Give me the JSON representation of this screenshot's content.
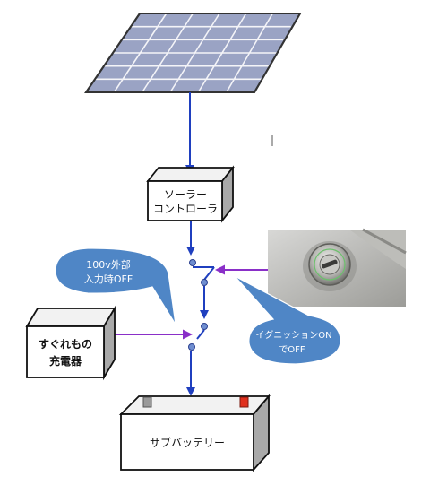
{
  "boxes": {
    "solar_controller": {
      "line1": "ソーラー",
      "line2": "コントローラ"
    },
    "charger": {
      "line1": "すぐれもの",
      "line2": "充電器"
    },
    "battery": {
      "label": "サブバッテリー"
    }
  },
  "callouts": {
    "external_input": {
      "line1": "100v外部",
      "line2": "入力時OFF"
    },
    "ignition": {
      "line1": "イグニッションON",
      "line2": "でOFF"
    }
  },
  "photo": {
    "subject": "ignition key cylinder"
  },
  "colors": {
    "flow_arrow": "#1f3fbf",
    "control_arrow": "#8a2fc8",
    "callout_fill": "#4f86c6",
    "panel_cell": "#9aa3c4",
    "terminal_red": "#e0301e",
    "terminal_gray": "#9a9a9a"
  }
}
